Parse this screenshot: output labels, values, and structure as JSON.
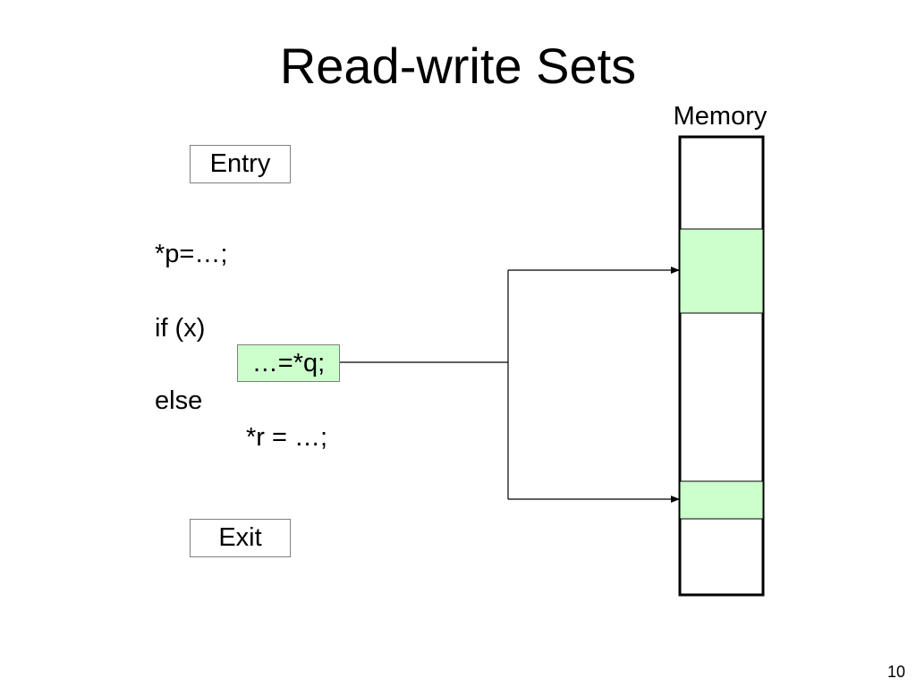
{
  "slide": {
    "title": "Read-write Sets",
    "number": "10"
  },
  "memory": {
    "label": "Memory",
    "fill_color": "#ffffff",
    "highlight_color": "#ccffcc"
  },
  "flow": {
    "entry_label": "Entry",
    "exit_label": "Exit"
  },
  "code": {
    "line_1": "*p=…;",
    "line_2": "if (x)",
    "line_3": "…=*q;",
    "line_4": "else",
    "line_5": "*r = …;"
  }
}
